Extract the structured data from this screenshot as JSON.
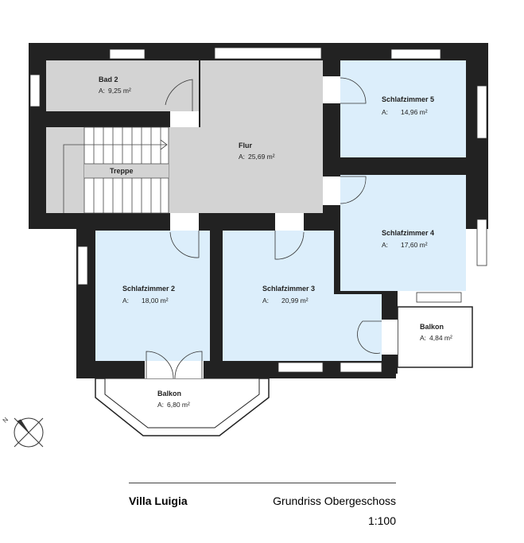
{
  "plan": {
    "rooms": [
      {
        "id": "bad2",
        "name": "Bad 2",
        "area_label": "A:",
        "area_value": "9,25 m²",
        "fill": "#d3d3d3"
      },
      {
        "id": "treppe",
        "name": "Treppe",
        "area_label": "",
        "area_value": "",
        "fill": "#d3d3d3"
      },
      {
        "id": "flur",
        "name": "Flur",
        "area_label": "A:",
        "area_value": "25,69 m²",
        "fill": "#d3d3d3"
      },
      {
        "id": "sz5",
        "name": "Schlafzimmer 5",
        "area_label": "A:",
        "area_value": "14,96 m²",
        "fill": "#dceefb"
      },
      {
        "id": "sz4",
        "name": "Schlafzimmer 4",
        "area_label": "A:",
        "area_value": "17,60 m²",
        "fill": "#dceefb"
      },
      {
        "id": "sz2",
        "name": "Schlafzimmer 2",
        "area_label": "A:",
        "area_value": "18,00 m²",
        "fill": "#dceefb"
      },
      {
        "id": "sz3",
        "name": "Schlafzimmer 3",
        "area_label": "A:",
        "area_value": "20,99 m²",
        "fill": "#dceefb"
      },
      {
        "id": "balkon_r",
        "name": "Balkon",
        "area_label": "A:",
        "area_value": "4,84 m²",
        "fill": "#ffffff"
      },
      {
        "id": "balkon_s",
        "name": "Balkon",
        "area_label": "A:",
        "area_value": "6,80 m²",
        "fill": "#ffffff"
      }
    ],
    "north_label": "N",
    "wall_color": "#222222"
  },
  "footer": {
    "project": "Villa Luigia",
    "sheet_title": "Grundriss Obergeschoss",
    "scale": "1:100"
  }
}
